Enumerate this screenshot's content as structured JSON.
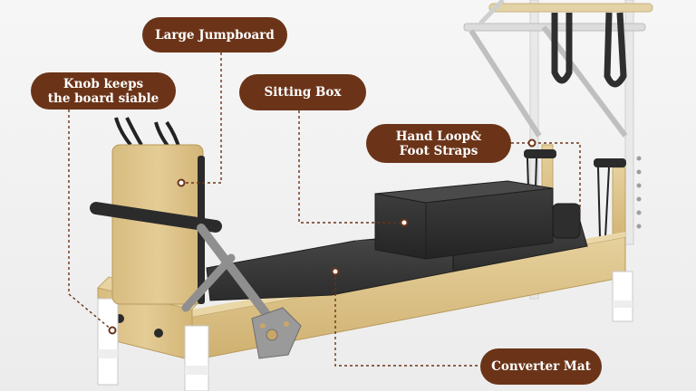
{
  "callouts": {
    "jumpboard": "Large Jumpboard",
    "knob": "Knob keeps\nthe board siable",
    "sitting_box": "Sitting Box",
    "hand_loop": "Hand Loop&\nFoot Straps",
    "converter_mat": "Converter Mat"
  },
  "colors": {
    "callout_bg": "#6b3418",
    "leader_line": "#6b3418",
    "wood": "#dcc289",
    "mat": "#3a3a3a",
    "frame": "#ffffff"
  }
}
